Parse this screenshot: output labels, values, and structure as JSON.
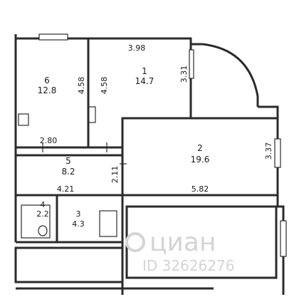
{
  "rooms": [
    {
      "number": "6",
      "area": "12.8"
    },
    {
      "number": "1",
      "area": "14.7"
    },
    {
      "number": "2",
      "area": "19.6"
    },
    {
      "number": "5",
      "area": "8.2"
    },
    {
      "number": "4",
      "area": "2.2"
    },
    {
      "number": "3",
      "area": "4.3"
    }
  ],
  "dimensions": {
    "top_width": "3.98",
    "room6_height": "4.58",
    "room1_height": "4.58",
    "room1_right": "3.31",
    "room6_bottom": "2.80",
    "room2_right": "3.37",
    "room5_right": "2.11",
    "room5_bottom": "4.21",
    "room2_bottom": "5.82"
  },
  "watermark": {
    "brand": "циан",
    "id_text": "ID 32626276"
  }
}
